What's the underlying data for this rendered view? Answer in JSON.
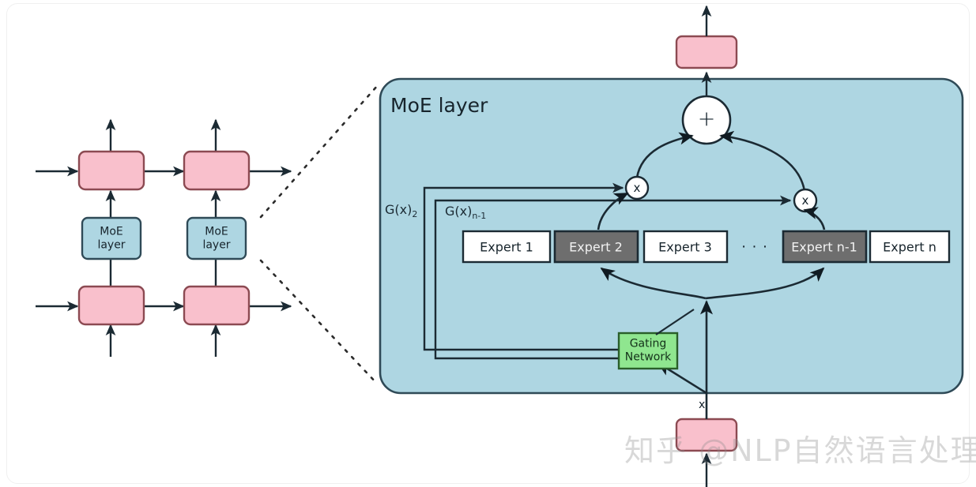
{
  "diagram": {
    "title": "MoE layer",
    "stack_label_line1": "MoE",
    "stack_label_line2": "layer",
    "gating_line1": "Gating",
    "gating_line2": "Network",
    "gate_label_2_base": "G(x)",
    "gate_label_2_sub": "2",
    "gate_label_n_base": "G(x)",
    "gate_label_n_sub": "n-1",
    "multiply_symbol": "x",
    "sum_symbol": "+",
    "input_label": "x",
    "ellipsis": "·  ·  ·",
    "experts": [
      {
        "label": "Expert 1",
        "active": false
      },
      {
        "label": "Expert 2",
        "active": true
      },
      {
        "label": "Expert 3",
        "active": false
      },
      {
        "label": "Expert n-1",
        "active": true
      },
      {
        "label": "Expert n",
        "active": false
      }
    ]
  },
  "watermark": {
    "text": "知乎 @NLP自然语言处理"
  },
  "colors": {
    "pink_fill": "#f9c0cc",
    "pink_stroke": "#8c4a52",
    "blue_fill": "#aed6e2",
    "blue_stroke": "#2f4a57",
    "green_fill": "#8fe68f",
    "green_stroke": "#2a5e2a",
    "expert_active_fill": "#6e6e6e",
    "expert_idle_fill": "#ffffff",
    "line": "#1b2a33",
    "page_bg": "#ffffff"
  }
}
